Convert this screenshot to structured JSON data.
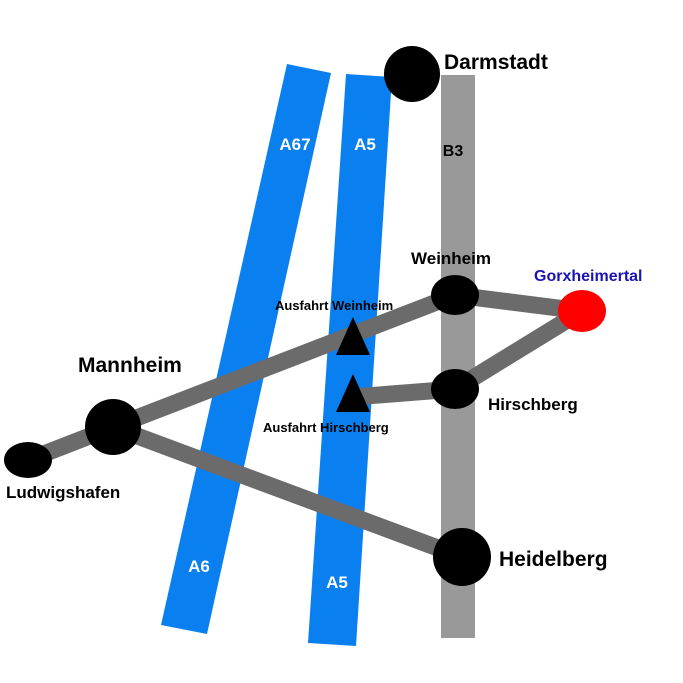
{
  "map": {
    "colors": {
      "autobahn": "#0a7ff0",
      "road": "#6b6b6b",
      "b3_road": "#999999",
      "city_dot": "#000000",
      "destination": "#ff0000",
      "destination_label": "#1a13b5"
    },
    "highways": {
      "a67": "A67",
      "a6": "A6",
      "a5_north": "A5",
      "a5_south": "A5",
      "b3": "B3"
    },
    "cities": {
      "darmstadt": "Darmstadt",
      "weinheim": "Weinheim",
      "hirschberg": "Hirschberg",
      "mannheim": "Mannheim",
      "ludwigshafen": "Ludwigshafen",
      "heidelberg": "Heidelberg"
    },
    "exits": {
      "weinheim": "Ausfahrt Weinheim",
      "hirschberg": "Ausfahrt Hirschberg"
    },
    "destination": "Gorxheimertal"
  }
}
